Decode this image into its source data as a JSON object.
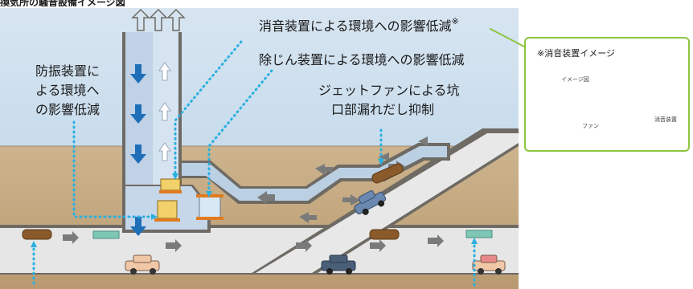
{
  "header": {
    "title_partial": "換気所の騒音設備イメージ図"
  },
  "labels": {
    "silencer": "消音装置による環境への影響低減",
    "silencer_mark": "※",
    "dust": "除じん装置による環境への影響低減",
    "jetfan_line1": "ジェットファンによる坑",
    "jetfan_line2": "口部漏れだし抑制",
    "vibration_line1": "防振装置に",
    "vibration_line2": "よる環境へ",
    "vibration_line3": "の影響低減"
  },
  "inset": {
    "title": "※消音装置イメージ",
    "image_label": "イメージ図",
    "fan_label": "ファン",
    "device_label": "消音装置"
  },
  "colors": {
    "sky": "#cfe0ee",
    "ground": "#c9ad86",
    "tunnel": "#e9e9e9",
    "shaft": "#b8cde3",
    "dotted": "#2ab0e0",
    "arrow_blue": "#1f6fb8",
    "arrow_gray": "#7a7a7a",
    "inset_border": "#8cc63e"
  }
}
